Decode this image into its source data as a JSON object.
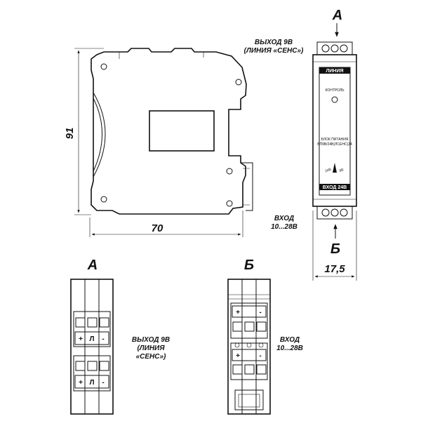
{
  "side_view": {
    "output_label_1": "ВЫХОД 9В",
    "output_label_2": "(ЛИНИЯ «СЕНС»)",
    "input_label_1": "ВХОД",
    "input_label_2": "10...28В",
    "dim_height": "91",
    "dim_width": "70"
  },
  "front_view": {
    "arrow_a": "А",
    "arrow_b": "Б",
    "top_label": "ЛИНИЯ",
    "control_label": "КОНТРОЛЬ",
    "name_1": "БЛОК ПИТАНИЯ",
    "name_2": "БП9В/24В(ЛСЕНС)24",
    "mark_left": "24В",
    "mark_right": "9В",
    "bottom_label": "ВХОД 24В",
    "dim_width": "17,5"
  },
  "view_a": {
    "title": "А",
    "plus_1": "+",
    "line_1": "Л",
    "minus_1": "-",
    "plus_2": "+",
    "line_2": "Л",
    "minus_2": "-",
    "caption_1": "ВЫХОД 9В",
    "caption_2": "(ЛИНИЯ",
    "caption_3": "«СЕНС»)"
  },
  "view_b": {
    "title": "Б",
    "plus_1": "+",
    "minus_1": "-",
    "plus_2": "+",
    "minus_2": "-",
    "caption_1": "ВХОД",
    "caption_2": "10...28В"
  }
}
